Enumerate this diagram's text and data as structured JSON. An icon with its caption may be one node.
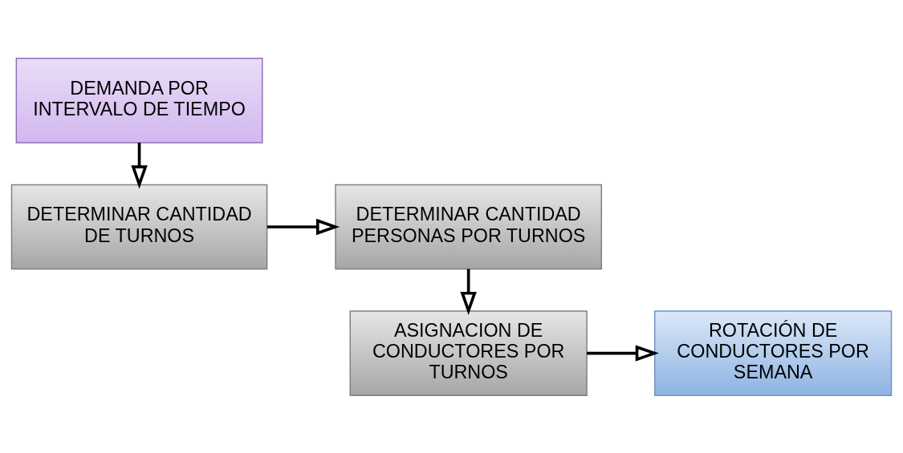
{
  "diagram": {
    "nodes": [
      {
        "text": [
          "DEMANDA POR INTERVALO DE TIEMPO"
        ]
      },
      {
        "text": [
          "DETERMINAR CANTIDAD DE TURNOS"
        ]
      },
      {
        "text": [
          "DETERMINAR CANTIDAD PERSONAS POR TURNOS"
        ]
      },
      {
        "text": [
          "ASIGNACION DE CONDUCTORES POR TURNOS"
        ]
      },
      {
        "text": [
          "ROTACIÓN DE CONDUCTORES POR SEMANA"
        ]
      }
    ],
    "edges": [
      {
        "from": 0,
        "to": 1,
        "arrow": "to"
      },
      {
        "from": 1,
        "to": 2,
        "arrow": "to"
      },
      {
        "from": 2,
        "to": 3,
        "arrow": "to"
      },
      {
        "from": 3,
        "to": 4,
        "arrow": "to"
      }
    ]
  }
}
